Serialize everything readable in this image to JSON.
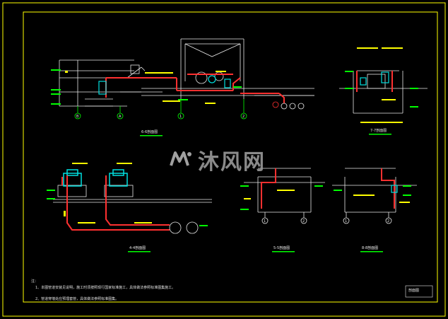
{
  "watermark": {
    "text": "沐风网"
  },
  "sections": [
    {
      "title": "6-6剖面图"
    },
    {
      "title": "7-7剖面图"
    },
    {
      "title": "4-4剖面图"
    },
    {
      "title": "5-5剖面图"
    },
    {
      "title": "8-8剖面图"
    }
  ],
  "axis_labels": [
    "B",
    "A",
    "1",
    "2",
    "1",
    "2",
    "1",
    "2"
  ],
  "notes": {
    "heading": "注：",
    "line1": "1、本图管道安装见说明，施工时须按照现行国家标准施工，具体做法参照标准图集施工。",
    "line2": "2、管道穿墙处应预埋套管，具体做法参照标准图集。"
  },
  "title_block": {
    "name": "剖面图"
  },
  "colors": {
    "frame": "#ffff00",
    "pipe": "#ff3030",
    "cyan": "#00e0e0",
    "green": "#00ff00",
    "white": "#e8e8e8"
  }
}
